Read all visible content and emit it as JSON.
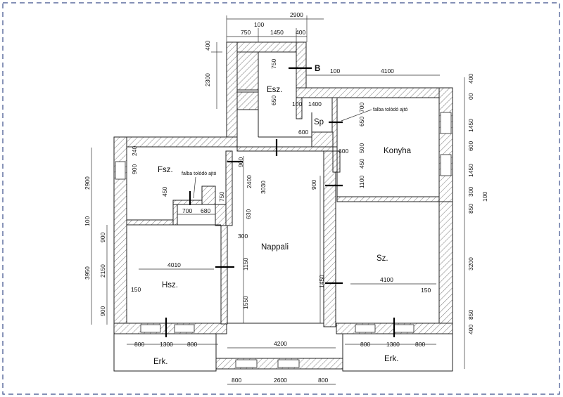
{
  "rooms": {
    "esz": "Esz.",
    "sp": "Sp",
    "konyha": "Konyha",
    "fsz": "Fsz.",
    "nappali": "Nappali",
    "hsz": "Hsz.",
    "sz": "Sz.",
    "erk_left": "Erk.",
    "erk_right": "Erk.",
    "b_label": "B"
  },
  "notes": {
    "sliding_door_1": "falba tolódó ajtó",
    "sliding_door_2": "falba tolódó ajtó"
  },
  "dimensions": {
    "top_total": "2900",
    "top_100": "100",
    "top_750": "750",
    "top_1450": "1450",
    "top_400": "400",
    "left_400": "400",
    "left_2300": "2300",
    "esz_750": "750",
    "esz_650": "650",
    "r_100": "100",
    "r_4100": "4100",
    "r_400": "400",
    "r_00": "00",
    "sp_100": "100",
    "sp_1400": "1400",
    "sp_700": "700",
    "sp_600": "600",
    "k_650": "650",
    "k_500": "500",
    "k_600": "600",
    "k_450": "450",
    "k_1100": "1100",
    "r_1450a": "1450",
    "r_600": "600",
    "r_1450b": "1450",
    "r_300": "300",
    "r_100b": "100",
    "r_850a": "850",
    "r_3200": "3200",
    "r_850b": "850",
    "r_400b": "400",
    "l_2900": "2900",
    "l_100": "100",
    "l_3950": "3950",
    "l_900a": "900",
    "l_2150": "2150",
    "l_900b": "900",
    "fsz_900": "900",
    "fsz_240": "240",
    "fsz_450": "450",
    "fsz_700": "700",
    "fsz_680": "680",
    "fsz_750": "750",
    "hall_900a": "900",
    "hall_2400": "2400",
    "hall_3030": "3030",
    "hall_630": "630",
    "hall_300": "300",
    "hall_1150": "1150",
    "hall_1550": "1550",
    "hall_900b": "900",
    "hall_1450": "1450",
    "hsz_4010": "4010",
    "hsz_150": "150",
    "sz_4100": "4100",
    "sz_150": "150",
    "n_4200": "4200",
    "b_800a": "800",
    "b_1300a": "1300",
    "b_800b": "800",
    "b_800c": "800",
    "b_1300b": "1300",
    "b_800d": "800",
    "bb_800a": "800",
    "bb_2600": "2600",
    "bb_800b": "800"
  }
}
